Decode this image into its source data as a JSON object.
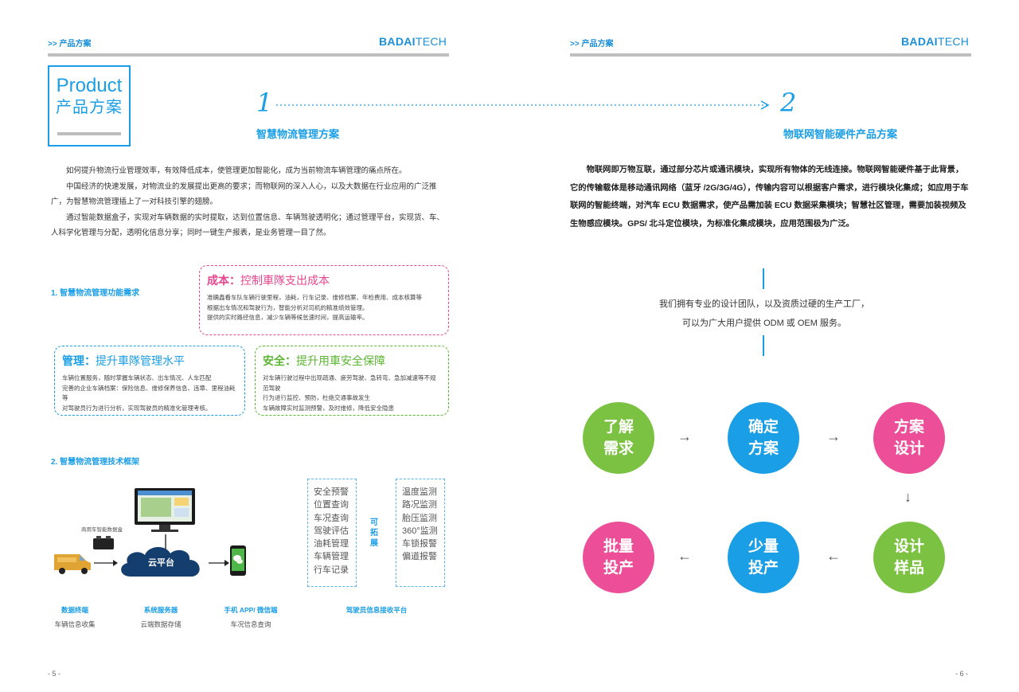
{
  "header": {
    "label": ">> 产品方案",
    "logo_bold": "BADAI",
    "logo_light": "TECH"
  },
  "product_box": {
    "en": "Product",
    "cn": "产品方案"
  },
  "step1": {
    "num": "1",
    "title": "智慧物流管理方案"
  },
  "step2": {
    "num": "2",
    "title": "物联网智能硬件产品方案"
  },
  "left_paragraphs": [
    "如何提升物流行业管理效率，有效降低成本，使管理更加智能化，成为当前物流车辆管理的痛点所在。",
    "中国经济的快速发展，对物流业的发展提出更高的要求；而物联网的深入人心，以及大数据在行业应用的广泛推广，为智慧物流管理插上了一对科技引擎的翅膀。",
    "通过智能数据盒子，实现对车辆数据的实时提取，达到位置信息、车辆驾驶透明化；通过管理平台，实现货、车、人科学化管理与分配，透明化信息分享；同时一键生产报表，是业务管理一目了然。"
  ],
  "section1_title": "1. 智慧物流管理功能需求",
  "cards": {
    "cost": {
      "key": "成本：",
      "title": "控制車隊支出成本",
      "lines": [
        "准确鑫看车队车辆行驶里程，油耗，行车记录、维修档案、年检费用、成本核算等",
        "根据出车情况和驾驶行为，智能分析对司机的精准绩效管理。",
        "提供的实时路径信息，减少车辆等候怠速时间，提高运输率。"
      ],
      "color": "#e8468e"
    },
    "manage": {
      "key": "管理：",
      "title": "提升車隊管理水平",
      "lines": [
        "车辆位置服务，随时掌握车辆状态、出车情况、人车匹配",
        "完善的企业车辆档案：保险信息、维修保养信息、违章、里程油耗等",
        "对驾驶员行为进行分析，实现驾驶员的精准化管理考核。"
      ],
      "color": "#1a9ee6"
    },
    "safety": {
      "key": "安全：",
      "title": "提升用車安全保障",
      "lines": [
        "对车辆行驶过程中出现疏通、疲劳驾驶、急转弯、急加减速等不规范驾驶",
        "行为进行监控、预防，杜绝交通事故发生",
        "车辆故障实时监测预警，及时维修，降低安全隐患"
      ],
      "color": "#5cb531"
    }
  },
  "section2_title": "2. 智慧物流管理技术框架",
  "diagram": {
    "box_label": "商用车智能数据盒",
    "cloud_label": "云平台",
    "expand_label": "可拓展",
    "features_left": [
      "安全预警",
      "位置查询",
      "车况查询",
      "驾驶评估",
      "油耗管理",
      "车辆管理",
      "行车记录"
    ],
    "features_right": [
      "温度监测",
      "路况监测",
      "胎压监测",
      "360°监测",
      "车锁报警",
      "偏道报警"
    ]
  },
  "footer_items": [
    {
      "h": "数据终端",
      "s": "车辆信息收集"
    },
    {
      "h": "系统服务器",
      "s": "云端数据存储"
    },
    {
      "h": "手机 APP/ 微信端",
      "s": "车况信息查询"
    },
    {
      "h": "驾驶员信息接收平台",
      "s": ""
    }
  ],
  "page_left": "- 5 -",
  "page_right": "- 6 -",
  "right_paragraph": "物联网即万物互联，通过部分芯片或通讯模块，实现所有物体的无线连接。物联网智能硬件基于此背景，它的传输载体是移动通讯网络（蓝牙 /2G/3G/4G），传输内容可以根据客户需求，进行模块化集成；如应用于车联网的智能终端，对汽车 ECU 数据需求，使产品需加装 ECU 数据采集模块；智慧社区管理，需要加装视频及生物感应模块。GPS/ 北斗定位模块，为标准化集成模块，应用范围极为广泛。",
  "team_lines": [
    "我们拥有专业的设计团队，以及资质过硬的生产工厂，",
    "可以为广大用户提供 ODM 或 OEM 服务。"
  ],
  "process": [
    {
      "l1": "了解",
      "l2": "需求",
      "color": "#7cc242"
    },
    {
      "l1": "确定",
      "l2": "方案",
      "color": "#1a9ee6"
    },
    {
      "l1": "方案",
      "l2": "设计",
      "color": "#ec4f97"
    },
    {
      "l1": "设计",
      "l2": "样品",
      "color": "#7cc242"
    },
    {
      "l1": "少量",
      "l2": "投产",
      "color": "#1a9ee6"
    },
    {
      "l1": "批量",
      "l2": "投产",
      "color": "#ec4f97"
    }
  ],
  "arrows": {
    "right": "→",
    "down": "↓",
    "left": "←"
  }
}
